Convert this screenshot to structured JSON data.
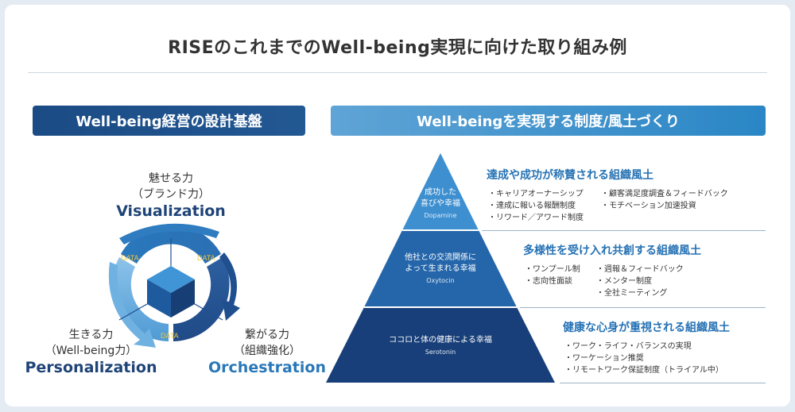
{
  "title": "RISEのこれまでのWell-being実現に向けた取り組み例",
  "left_banner": "Well-being経営の設計基盤",
  "right_banner": "Well-beingを実現する制度/風土づくり",
  "cycle": {
    "top": {
      "jp1": "魅せる力",
      "jp2": "（ブランド力）",
      "en": "Visualization"
    },
    "left": {
      "jp1": "生きる力",
      "jp2": "（Well-being力）",
      "en": "Personalization"
    },
    "right": {
      "jp1": "繋がる力",
      "jp2": "（組織強化）",
      "en": "Orchestration"
    },
    "data_label": "DATA",
    "colors": {
      "dark": "#1f4f8f",
      "mid": "#2c7cc1",
      "light": "#8cc3ea"
    }
  },
  "pyramid": {
    "tiers": [
      {
        "label_1": "成功した",
        "label_2": "喜びや幸福",
        "neuro": "Dopamine"
      },
      {
        "label_1": "他社との交流関係に",
        "label_2": "よって生まれる幸福",
        "neuro": "Oxytocin"
      },
      {
        "label_1": "ココロと体の健康による幸福",
        "neuro": "Serotonin"
      }
    ],
    "colors": {
      "top": "#3d8fd0",
      "middle": "#2566aa",
      "bottom": "#183f79"
    }
  },
  "tiers_info": [
    {
      "heading": "達成や成功が称賛される組織風土",
      "col1": [
        "キャリアオーナーシップ",
        "達成に報いる報酬制度",
        "リワード／アワード制度"
      ],
      "col2": [
        "顧客満足度調査＆フィードバック",
        "モチベーション加速投資"
      ]
    },
    {
      "heading": "多様性を受け入れ共創する組織風土",
      "col1": [
        "ワンプール制",
        "志向性面談"
      ],
      "col2": [
        "週報＆フィードバック",
        "メンター制度",
        "全社ミーティング"
      ]
    },
    {
      "heading": "健康な心身が重視される組織風土",
      "col1": [
        "ワーク・ライフ・バランスの実現",
        "ワーケーション推奨",
        "リモートワーク保証制度（トライアル中）"
      ],
      "col2": []
    }
  ]
}
